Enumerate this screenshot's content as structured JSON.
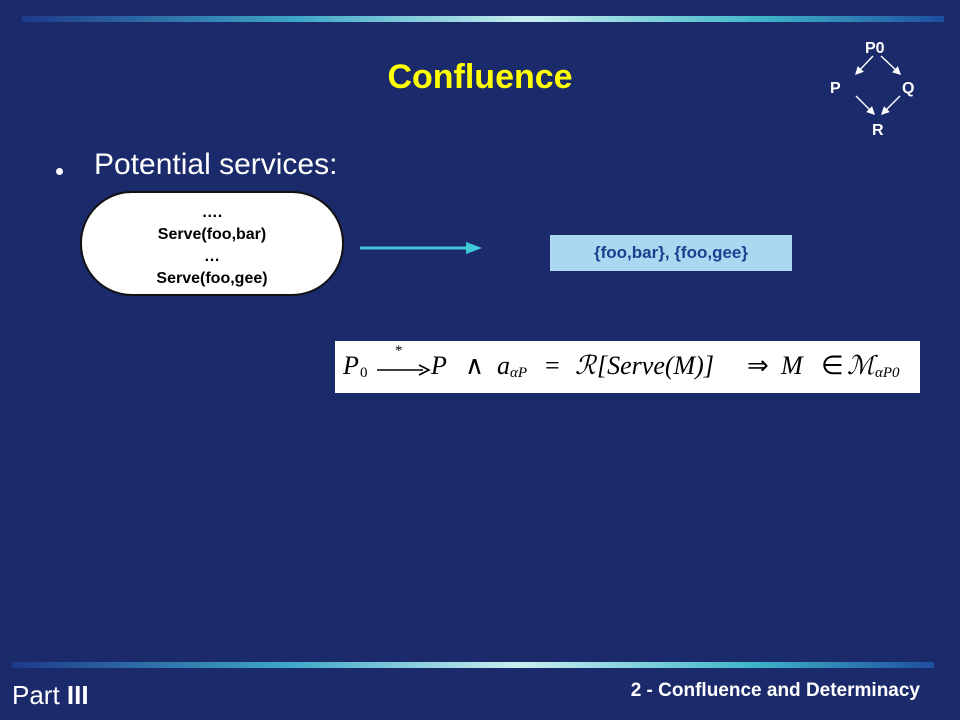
{
  "slide": {
    "title": "Confluence",
    "bullet": "Potential services:",
    "services": [
      "….",
      "Serve(foo,bar)",
      "…",
      "Serve(foo,gee)"
    ],
    "result": "{foo,bar}, {foo,gee}"
  },
  "diagram": {
    "top": "P0",
    "left": "P",
    "right": "Q",
    "bottom": "R"
  },
  "formula": {
    "p0": "P",
    "p0_sub": "0",
    "star": "*",
    "p": "P",
    "and": "∧",
    "a": "a",
    "a_sub": "αP",
    "eq": "=",
    "R": "ℛ",
    "serve": "[Serve(M)]",
    "implies": "⇒",
    "M": "M",
    "in": "∈",
    "calM": "ℳ",
    "calM_sub": "αP0"
  },
  "footer": {
    "part_prefix": "Part ",
    "part_number": "III",
    "section": "2 - Confluence and Determinacy"
  },
  "colors": {
    "background": "#1b2a6b",
    "title": "#ffff00",
    "arrow": "#3fc8d8",
    "result_box": "#a9d8f0"
  }
}
